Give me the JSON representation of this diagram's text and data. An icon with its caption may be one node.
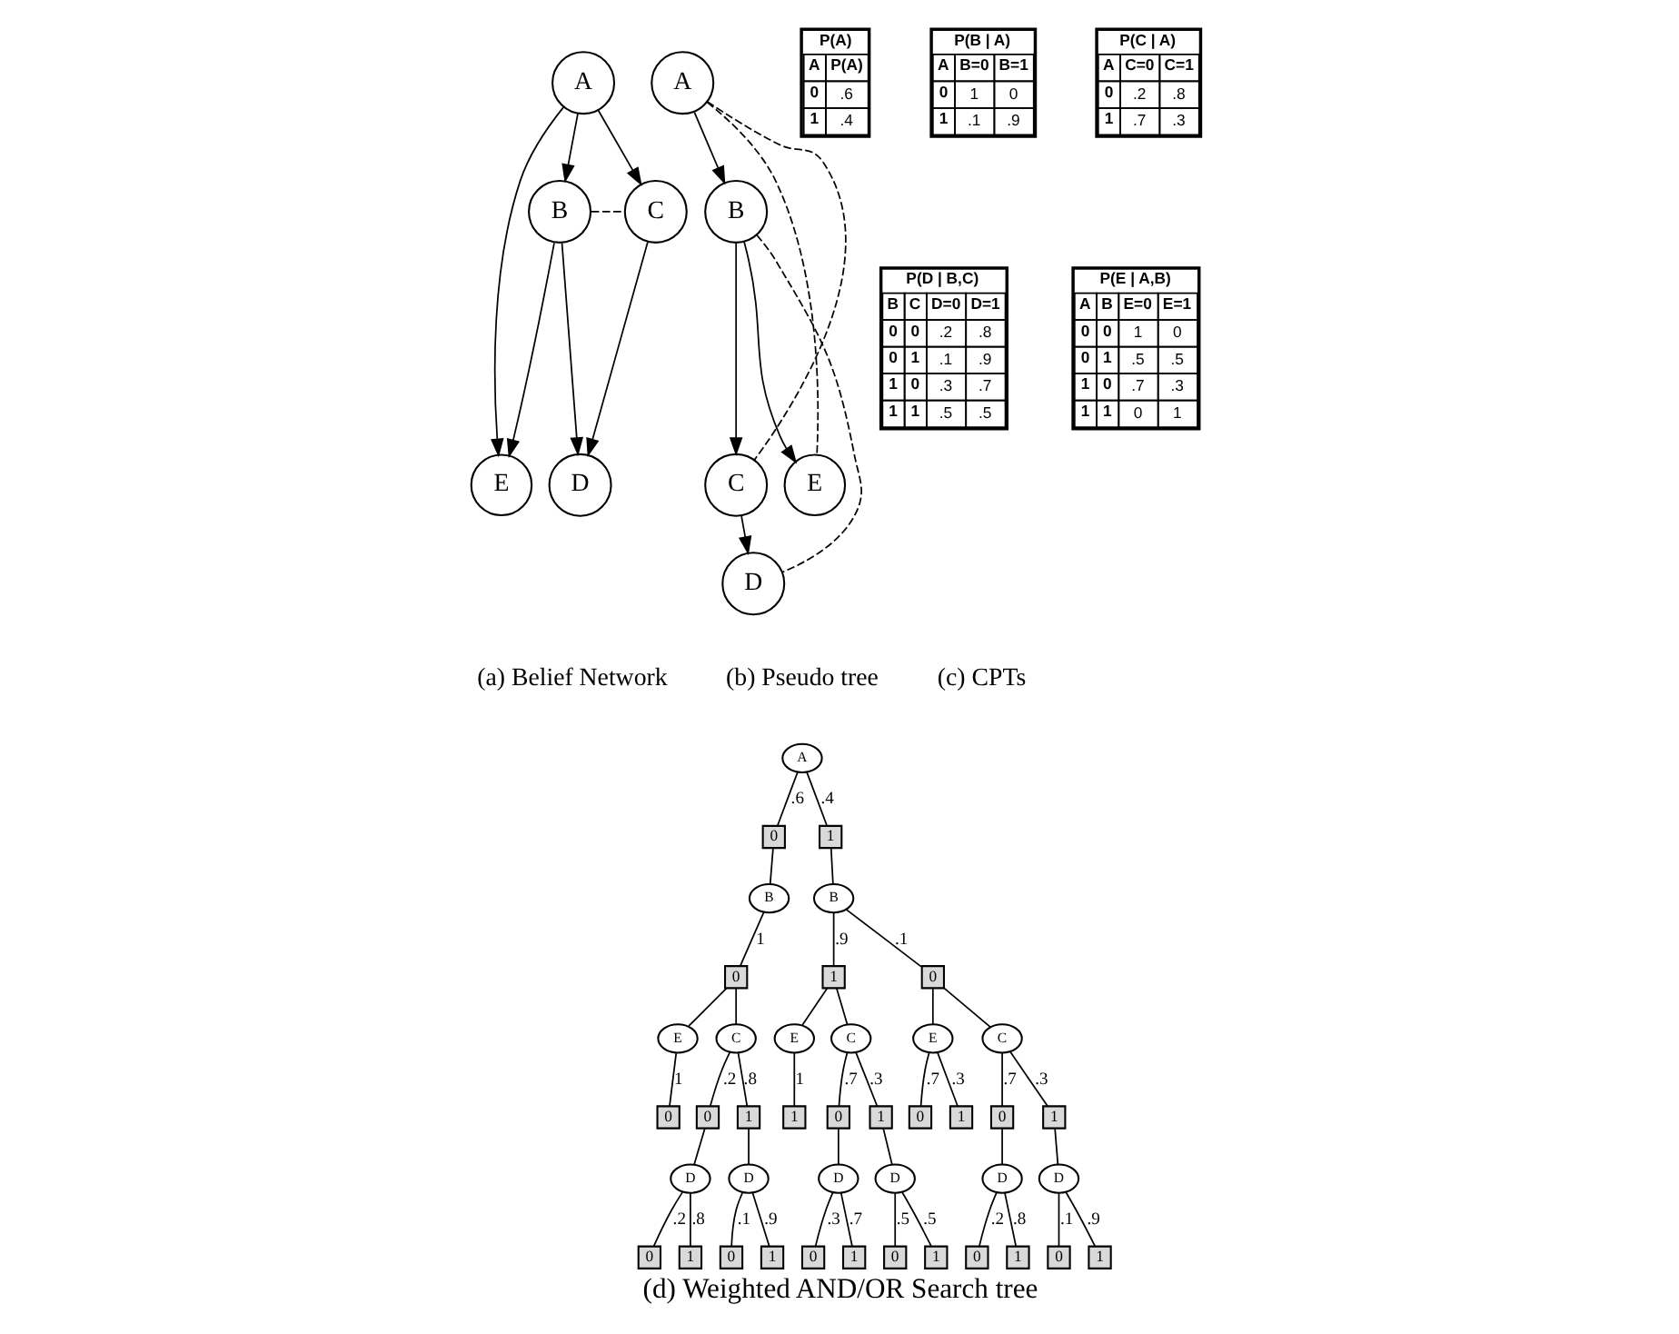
{
  "diagram": {
    "caption": "(d) Weighted AND/OR Search tree",
    "nodes": [
      {
        "text": [
          "A"
        ]
      },
      {
        "text": [
          "B"
        ]
      },
      {
        "text": [
          "C"
        ]
      },
      {
        "text": [
          "E"
        ]
      },
      {
        "text": [
          "D"
        ]
      },
      {
        "text": [
          "A"
        ]
      },
      {
        "text": [
          "B"
        ]
      },
      {
        "text": [
          "E"
        ]
      },
      {
        "text": [
          "C"
        ]
      },
      {
        "text": [
          "D"
        ]
      },
      {
        "text": [
          "A"
        ]
      },
      {
        "text": [
          "0"
        ]
      },
      {
        "text": [
          "B"
        ]
      },
      {
        "text": [
          "0"
        ]
      },
      {
        "text": [
          "E"
        ]
      },
      {
        "text": [
          "0"
        ]
      },
      {
        "text": [
          "C"
        ]
      },
      {
        "text": [
          "0"
        ]
      },
      {
        "text": [
          "D"
        ]
      },
      {
        "text": [
          "0"
        ]
      },
      {
        "text": [
          "1"
        ]
      },
      {
        "text": [
          "1"
        ]
      },
      {
        "text": [
          "D"
        ]
      },
      {
        "text": [
          "0"
        ]
      },
      {
        "text": [
          "1"
        ]
      },
      {
        "text": [
          "1"
        ]
      },
      {
        "text": [
          "B"
        ]
      },
      {
        "text": [
          "0"
        ]
      },
      {
        "text": [
          "E"
        ]
      },
      {
        "text": [
          "0"
        ]
      },
      {
        "text": [
          "1"
        ]
      },
      {
        "text": [
          "C"
        ]
      },
      {
        "text": [
          "0"
        ]
      },
      {
        "text": [
          "D"
        ]
      },
      {
        "text": [
          "0"
        ]
      },
      {
        "text": [
          "1"
        ]
      },
      {
        "text": [
          "1"
        ]
      },
      {
        "text": [
          "D"
        ]
      },
      {
        "text": [
          "0"
        ]
      },
      {
        "text": [
          "1"
        ]
      },
      {
        "text": [
          "1"
        ]
      },
      {
        "text": [
          "E"
        ]
      },
      {
        "text": [
          "1"
        ]
      },
      {
        "text": [
          "C"
        ]
      },
      {
        "text": [
          "0"
        ]
      },
      {
        "text": [
          "D"
        ]
      },
      {
        "text": [
          "0"
        ]
      },
      {
        "text": [
          "1"
        ]
      },
      {
        "text": [
          "1"
        ]
      },
      {
        "text": [
          "D"
        ]
      },
      {
        "text": [
          "0"
        ]
      },
      {
        "text": [
          "1"
        ]
      }
    ],
    "edges": [
      {
        "from": 0,
        "to": 1,
        "arrow": "to"
      },
      {
        "from": 0,
        "to": 2,
        "arrow": "to"
      },
      {
        "from": 0,
        "to": 3,
        "arrow": "to"
      },
      {
        "from": 1,
        "to": 2,
        "arrow": "none",
        "style": "dashed"
      },
      {
        "from": 1,
        "to": 3,
        "arrow": "to"
      },
      {
        "from": 1,
        "to": 4,
        "arrow": "to"
      },
      {
        "from": 2,
        "to": 4,
        "arrow": "to"
      },
      {
        "from": 5,
        "to": 6,
        "arrow": "to"
      },
      {
        "from": 6,
        "to": 7,
        "arrow": "to"
      },
      {
        "from": 6,
        "to": 8,
        "arrow": "to"
      },
      {
        "from": 8,
        "to": 9,
        "arrow": "to"
      },
      {
        "from": 5,
        "to": 7,
        "arrow": "none",
        "style": "dashed"
      },
      {
        "from": 5,
        "to": 8,
        "arrow": "none",
        "style": "dashed"
      },
      {
        "from": 6,
        "to": 9,
        "arrow": "none",
        "style": "dashed"
      },
      {
        "from": 10,
        "to": 11,
        "arrow": "none",
        "label": ".6"
      },
      {
        "from": 10,
        "to": 25,
        "arrow": "none",
        "label": ".4"
      },
      {
        "from": 11,
        "to": 12,
        "arrow": "none"
      },
      {
        "from": 12,
        "to": 13,
        "arrow": "none",
        "label": "1"
      },
      {
        "from": 13,
        "to": 14,
        "arrow": "none"
      },
      {
        "from": 13,
        "to": 16,
        "arrow": "none"
      },
      {
        "from": 14,
        "to": 15,
        "arrow": "none",
        "label": "1"
      },
      {
        "from": 16,
        "to": 17,
        "arrow": "none",
        "label": ".2"
      },
      {
        "from": 16,
        "to": 21,
        "arrow": "none",
        "label": ".8"
      },
      {
        "from": 17,
        "to": 18,
        "arrow": "none"
      },
      {
        "from": 18,
        "to": 19,
        "arrow": "none",
        "label": ".2"
      },
      {
        "from": 18,
        "to": 20,
        "arrow": "none",
        "label": ".8"
      },
      {
        "from": 21,
        "to": 22,
        "arrow": "none"
      },
      {
        "from": 22,
        "to": 23,
        "arrow": "none",
        "label": ".1"
      },
      {
        "from": 22,
        "to": 24,
        "arrow": "none",
        "label": ".9"
      },
      {
        "from": 25,
        "to": 26,
        "arrow": "none"
      },
      {
        "from": 26,
        "to": 27,
        "arrow": "none",
        "label": ".1"
      },
      {
        "from": 26,
        "to": 40,
        "arrow": "none",
        "label": ".9"
      },
      {
        "from": 27,
        "to": 28,
        "arrow": "none"
      },
      {
        "from": 27,
        "to": 31,
        "arrow": "none"
      },
      {
        "from": 28,
        "to": 29,
        "arrow": "none",
        "label": ".7"
      },
      {
        "from": 28,
        "to": 30,
        "arrow": "none",
        "label": ".3"
      },
      {
        "from": 31,
        "to": 32,
        "arrow": "none",
        "label": ".7"
      },
      {
        "from": 31,
        "to": 36,
        "arrow": "none",
        "label": ".3"
      },
      {
        "from": 32,
        "to": 33,
        "arrow": "none"
      },
      {
        "from": 33,
        "to": 34,
        "arrow": "none",
        "label": ".2"
      },
      {
        "from": 33,
        "to": 35,
        "arrow": "none",
        "label": ".8"
      },
      {
        "from": 36,
        "to": 37,
        "arrow": "none"
      },
      {
        "from": 37,
        "to": 38,
        "arrow": "none",
        "label": ".1"
      },
      {
        "from": 37,
        "to": 39,
        "arrow": "none",
        "label": ".9"
      },
      {
        "from": 40,
        "to": 41,
        "arrow": "none"
      },
      {
        "from": 40,
        "to": 43,
        "arrow": "none"
      },
      {
        "from": 41,
        "to": 42,
        "arrow": "none",
        "label": "1"
      },
      {
        "from": 43,
        "to": 44,
        "arrow": "none",
        "label": ".7"
      },
      {
        "from": 43,
        "to": 48,
        "arrow": "none",
        "label": ".3"
      },
      {
        "from": 44,
        "to": 45,
        "arrow": "none"
      },
      {
        "from": 45,
        "to": 46,
        "arrow": "none",
        "label": ".3"
      },
      {
        "from": 45,
        "to": 47,
        "arrow": "none",
        "label": ".7"
      },
      {
        "from": 48,
        "to": 49,
        "arrow": "none"
      },
      {
        "from": 49,
        "to": 50,
        "arrow": "none",
        "label": ".5"
      },
      {
        "from": 49,
        "to": 51,
        "arrow": "none",
        "label": ".5"
      }
    ],
    "labels": [
      "P(A)",
      "A",
      "P(A)",
      "0",
      ".6",
      "1",
      ".4",
      "P(B | A)",
      "A",
      "B=0",
      "B=1",
      "0",
      "1",
      "0",
      "1",
      ".1",
      ".9",
      "P(C | A)",
      "A",
      "C=0",
      "C=1",
      "0",
      ".2",
      ".8",
      "1",
      ".7",
      ".3",
      "P(D | B,C)",
      "B",
      "C",
      "D=0",
      "D=1",
      "0",
      "0",
      ".2",
      ".8",
      "0",
      "1",
      ".1",
      ".9",
      "1",
      "0",
      ".3",
      ".7",
      "1",
      "1",
      ".5",
      ".5",
      "P(E | A,B)",
      "A",
      "B",
      "E=0",
      "E=1",
      "0",
      "0",
      "1",
      "0",
      "0",
      "1",
      ".5",
      ".5",
      "1",
      "0",
      ".7",
      ".3",
      "1",
      "1",
      "0",
      "1",
      "(a) Belief Network",
      "(b) Pseudo tree",
      "(c) CPTs"
    ]
  }
}
